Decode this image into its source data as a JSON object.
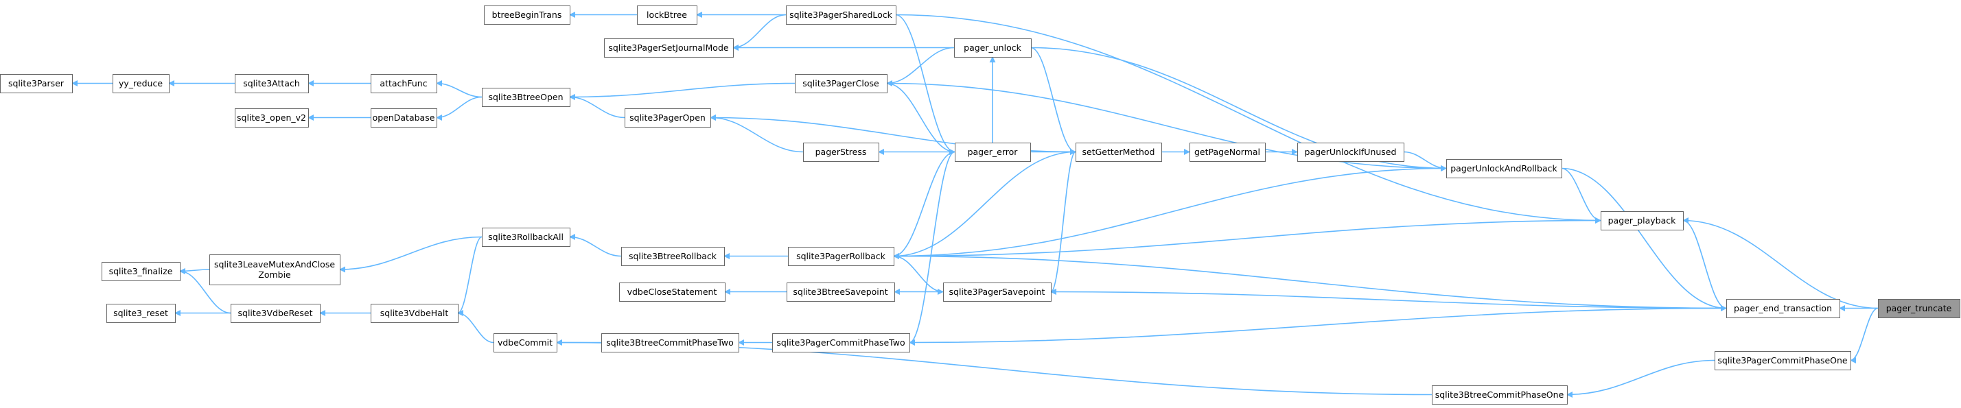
{
  "graph": {
    "nodes": [
      {
        "id": "btreeBeginTrans",
        "label": "btreeBeginTrans"
      },
      {
        "id": "lockBtree",
        "label": "lockBtree"
      },
      {
        "id": "sqlite3PagerSharedLock",
        "label": "sqlite3PagerSharedLock"
      },
      {
        "id": "sqlite3PagerSetJournalMode",
        "label": "sqlite3PagerSetJournalMode"
      },
      {
        "id": "pager_unlock",
        "label": "pager_unlock"
      },
      {
        "id": "sqlite3Parser",
        "label": "sqlite3Parser"
      },
      {
        "id": "yy_reduce",
        "label": "yy_reduce"
      },
      {
        "id": "sqlite3Attach",
        "label": "sqlite3Attach"
      },
      {
        "id": "attachFunc",
        "label": "attachFunc"
      },
      {
        "id": "sqlite3BtreeOpen",
        "label": "sqlite3BtreeOpen"
      },
      {
        "id": "sqlite3PagerClose",
        "label": "sqlite3PagerClose"
      },
      {
        "id": "sqlite3_open_v2",
        "label": "sqlite3_open_v2"
      },
      {
        "id": "openDatabase",
        "label": "openDatabase"
      },
      {
        "id": "sqlite3PagerOpen",
        "label": "sqlite3PagerOpen"
      },
      {
        "id": "pagerStress",
        "label": "pagerStress"
      },
      {
        "id": "pager_error",
        "label": "pager_error"
      },
      {
        "id": "setGetterMethod",
        "label": "setGetterMethod"
      },
      {
        "id": "getPageNormal",
        "label": "getPageNormal"
      },
      {
        "id": "pagerUnlockIfUnused",
        "label": "pagerUnlockIfUnused"
      },
      {
        "id": "pagerUnlockAndRollback",
        "label": "pagerUnlockAndRollback"
      },
      {
        "id": "pager_playback",
        "label": "pager_playback"
      },
      {
        "id": "sqlite3_finalize",
        "label": "sqlite3_finalize"
      },
      {
        "id": "sqlite3LeaveMutexAndCloseZombie",
        "label": [
          "sqlite3LeaveMutexAndClose",
          "Zombie"
        ]
      },
      {
        "id": "sqlite3RollbackAll",
        "label": "sqlite3RollbackAll"
      },
      {
        "id": "sqlite3BtreeRollback",
        "label": "sqlite3BtreeRollback"
      },
      {
        "id": "sqlite3PagerRollback",
        "label": "sqlite3PagerRollback"
      },
      {
        "id": "vdbeCloseStatement",
        "label": "vdbeCloseStatement"
      },
      {
        "id": "sqlite3BtreeSavepoint",
        "label": "sqlite3BtreeSavepoint"
      },
      {
        "id": "sqlite3PagerSavepoint",
        "label": "sqlite3PagerSavepoint"
      },
      {
        "id": "sqlite3_reset",
        "label": "sqlite3_reset"
      },
      {
        "id": "sqlite3VdbeReset",
        "label": "sqlite3VdbeReset"
      },
      {
        "id": "sqlite3VdbeHalt",
        "label": "sqlite3VdbeHalt"
      },
      {
        "id": "pager_end_transaction",
        "label": "pager_end_transaction"
      },
      {
        "id": "pager_truncate",
        "label": "pager_truncate",
        "root": true
      },
      {
        "id": "vdbeCommit",
        "label": "vdbeCommit"
      },
      {
        "id": "sqlite3BtreeCommitPhaseTwo",
        "label": "sqlite3BtreeCommitPhaseTwo"
      },
      {
        "id": "sqlite3PagerCommitPhaseTwo",
        "label": "sqlite3PagerCommitPhaseTwo"
      },
      {
        "id": "sqlite3PagerCommitPhaseOne",
        "label": "sqlite3PagerCommitPhaseOne"
      },
      {
        "id": "sqlite3BtreeCommitPhaseOne",
        "label": "sqlite3BtreeCommitPhaseOne"
      }
    ],
    "edges": [
      [
        "btreeBeginTrans",
        "lockBtree"
      ],
      [
        "lockBtree",
        "sqlite3PagerSharedLock"
      ],
      [
        "sqlite3PagerSetJournalMode",
        "sqlite3PagerSharedLock"
      ],
      [
        "sqlite3PagerSetJournalMode",
        "pager_unlock"
      ],
      [
        "sqlite3PagerClose",
        "pager_unlock"
      ],
      [
        "sqlite3Parser",
        "yy_reduce"
      ],
      [
        "yy_reduce",
        "sqlite3Attach"
      ],
      [
        "sqlite3Attach",
        "attachFunc"
      ],
      [
        "attachFunc",
        "sqlite3BtreeOpen"
      ],
      [
        "sqlite3_open_v2",
        "openDatabase"
      ],
      [
        "openDatabase",
        "sqlite3BtreeOpen"
      ],
      [
        "sqlite3BtreeOpen",
        "sqlite3PagerClose"
      ],
      [
        "sqlite3BtreeOpen",
        "sqlite3PagerOpen"
      ],
      [
        "sqlite3PagerOpen",
        "pagerStress"
      ],
      [
        "sqlite3PagerOpen",
        "setGetterMethod"
      ],
      [
        "pagerStress",
        "pager_error"
      ],
      [
        "pager_error",
        "sqlite3PagerSharedLock"
      ],
      [
        "pager_error",
        "sqlite3PagerClose"
      ],
      [
        "pager_unlock",
        "pager_error"
      ],
      [
        "setGetterMethod",
        "pager_unlock"
      ],
      [
        "setGetterMethod",
        "pager_error"
      ],
      [
        "getPageNormal",
        "setGetterMethod"
      ],
      [
        "pagerUnlockIfUnused",
        "getPageNormal"
      ],
      [
        "pagerUnlockAndRollback",
        "pagerUnlockIfUnused"
      ],
      [
        "pagerUnlockAndRollback",
        "pager_unlock"
      ],
      [
        "pagerUnlockAndRollback",
        "sqlite3PagerClose"
      ],
      [
        "pagerUnlockAndRollback",
        "sqlite3PagerRollback"
      ],
      [
        "pager_playback",
        "sqlite3PagerSharedLock"
      ],
      [
        "pager_playback",
        "pagerUnlockAndRollback"
      ],
      [
        "pager_playback",
        "sqlite3PagerRollback"
      ],
      [
        "sqlite3_finalize",
        "sqlite3LeaveMutexAndCloseZombie"
      ],
      [
        "sqlite3_finalize",
        "sqlite3VdbeReset"
      ],
      [
        "sqlite3LeaveMutexAndCloseZombie",
        "sqlite3RollbackAll"
      ],
      [
        "sqlite3RollbackAll",
        "sqlite3BtreeRollback"
      ],
      [
        "sqlite3BtreeRollback",
        "sqlite3PagerRollback"
      ],
      [
        "sqlite3PagerRollback",
        "pager_error"
      ],
      [
        "sqlite3PagerRollback",
        "setGetterMethod"
      ],
      [
        "vdbeCloseStatement",
        "sqlite3BtreeSavepoint"
      ],
      [
        "sqlite3BtreeSavepoint",
        "sqlite3PagerSavepoint"
      ],
      [
        "sqlite3PagerSavepoint",
        "sqlite3PagerRollback"
      ],
      [
        "sqlite3PagerSavepoint",
        "setGetterMethod"
      ],
      [
        "sqlite3_reset",
        "sqlite3VdbeReset"
      ],
      [
        "sqlite3VdbeReset",
        "sqlite3VdbeHalt"
      ],
      [
        "sqlite3VdbeHalt",
        "sqlite3RollbackAll"
      ],
      [
        "sqlite3VdbeHalt",
        "vdbeCommit"
      ],
      [
        "vdbeCommit",
        "sqlite3BtreeCommitPhaseTwo"
      ],
      [
        "vdbeCommit",
        "sqlite3BtreeCommitPhaseOne"
      ],
      [
        "sqlite3BtreeCommitPhaseTwo",
        "sqlite3PagerCommitPhaseTwo"
      ],
      [
        "sqlite3PagerCommitPhaseTwo",
        "pager_error"
      ],
      [
        "sqlite3PagerCommitPhaseTwo",
        "pager_end_transaction"
      ],
      [
        "sqlite3PagerRollback",
        "pager_end_transaction"
      ],
      [
        "sqlite3PagerSavepoint",
        "pager_end_transaction"
      ],
      [
        "pager_end_transaction",
        "pager_playback"
      ],
      [
        "pager_end_transaction",
        "pagerUnlockAndRollback"
      ],
      [
        "pager_end_transaction",
        "pager_truncate"
      ],
      [
        "pager_playback",
        "pager_truncate"
      ],
      [
        "sqlite3BtreeCommitPhaseOne",
        "sqlite3PagerCommitPhaseOne"
      ],
      [
        "sqlite3PagerCommitPhaseOne",
        "pager_truncate"
      ]
    ]
  }
}
